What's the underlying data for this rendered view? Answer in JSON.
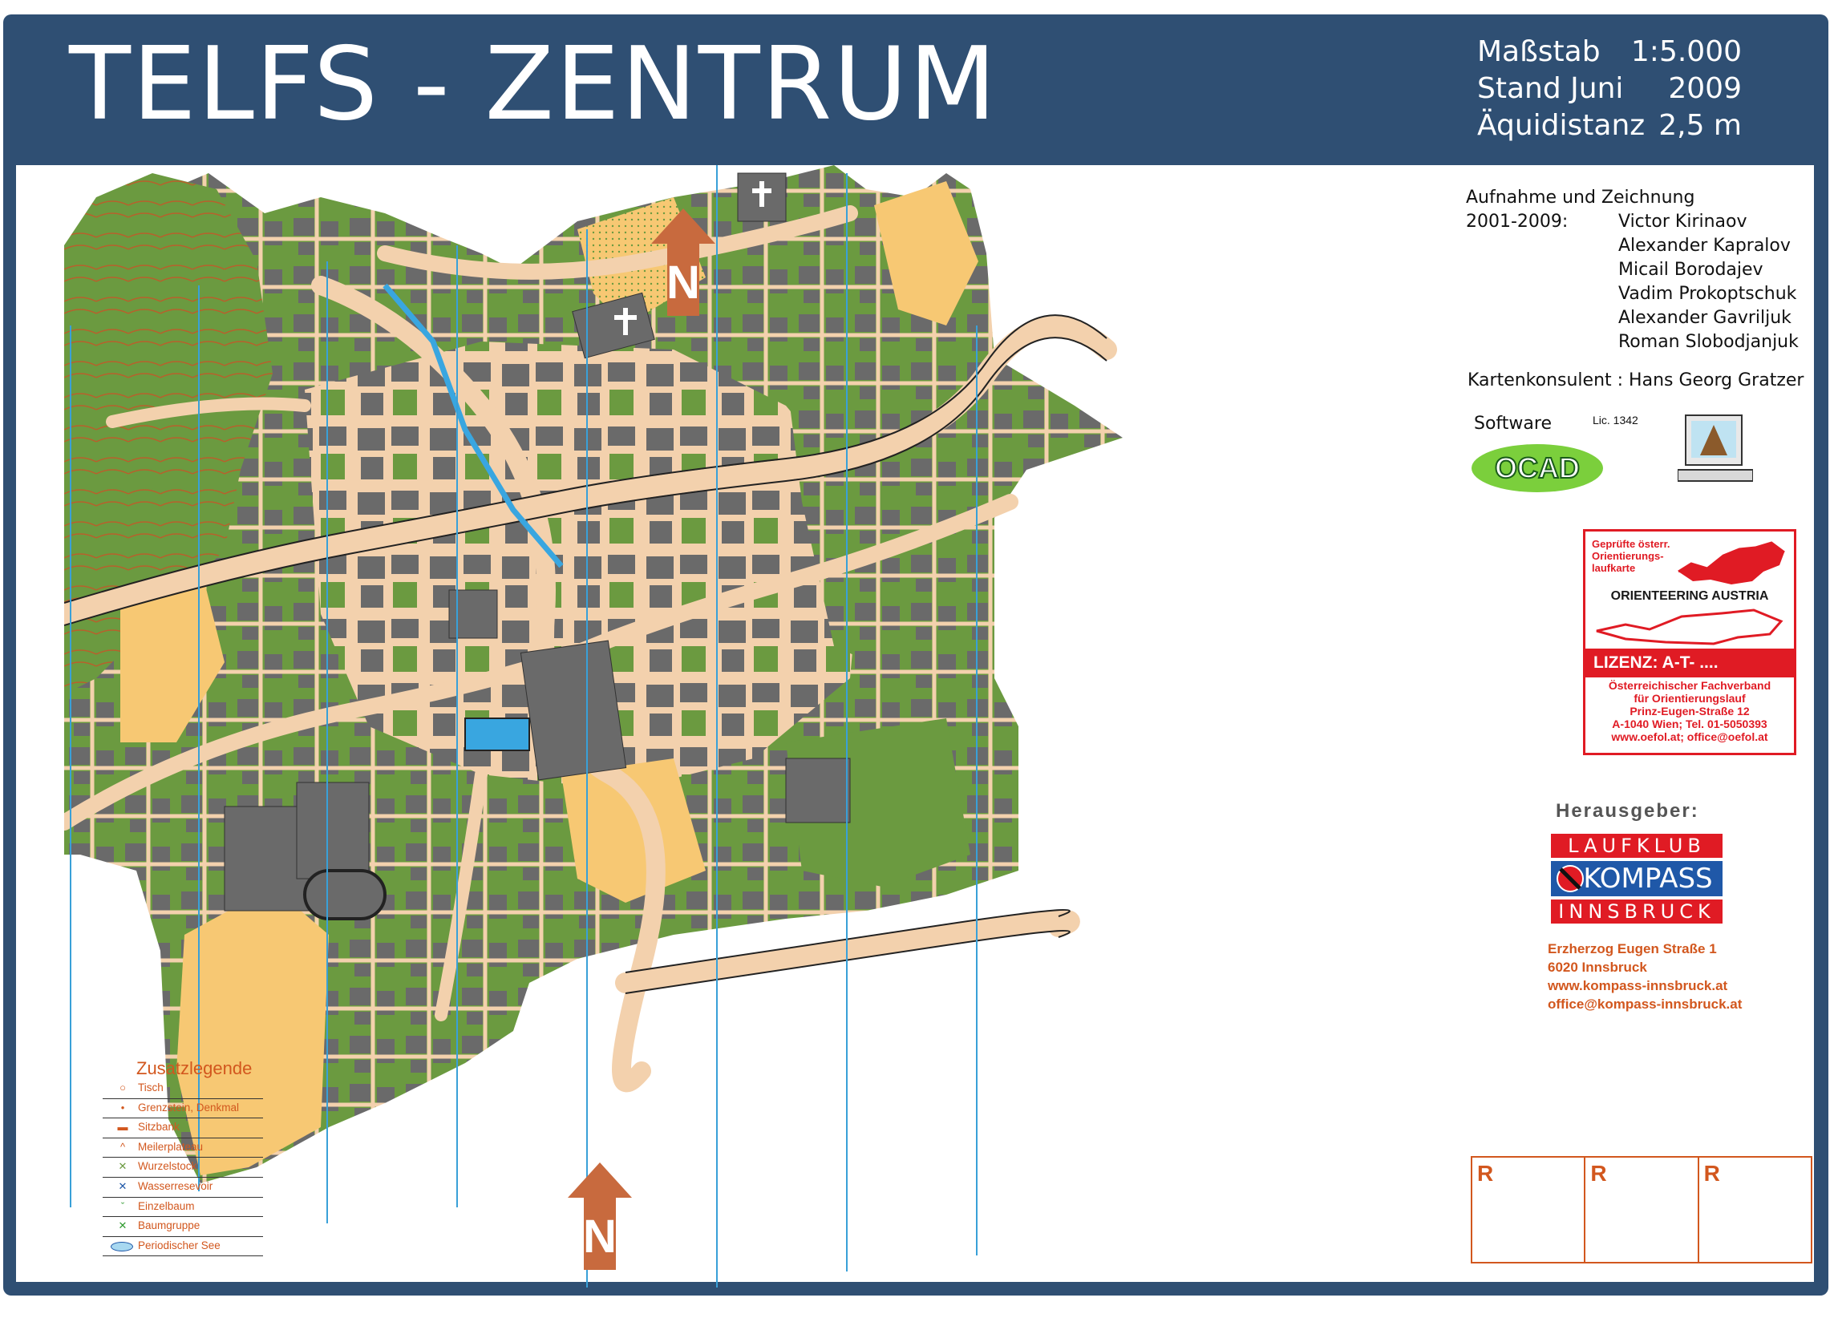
{
  "title": "TELFS - ZENTRUM",
  "scale_info": {
    "scale_label": "Maßstab",
    "scale_value": "1:5.000",
    "stand_label": "Stand Juni",
    "stand_value": "2009",
    "equi_label": "Äquidistanz",
    "equi_value": "2,5 m"
  },
  "credits": {
    "heading": "Aufnahme und Zeichnung",
    "years": "2001-2009:",
    "names": [
      "Victor Kirinaov",
      "Alexander Kapralov",
      "Micail Borodajev",
      "Vadim Prokoptschuk",
      "Alexander Gavriljuk",
      "Roman Slobodjanjuk"
    ],
    "consultant": "Kartenkonsulent : Hans Georg Gratzer"
  },
  "software": {
    "label": "Software",
    "license": "Lic. 1342",
    "logo_text": "OCAD"
  },
  "oa": {
    "small": "Geprüfte österr. Orientierungs- laufkarte",
    "name": "ORIENTEERING AUSTRIA",
    "license": "LIZENZ: A-T- ....",
    "addr": [
      "Österreichischer Fachverband",
      "für Orientierungslauf",
      "Prinz-Eugen-Straße 12",
      "A-1040 Wien; Tel. 01-5050393",
      "www.oefol.at; office@oefol.at"
    ]
  },
  "publisher": {
    "label": "Herausgeber:",
    "logo_top": "LAUFKLUB",
    "logo_mid": "KOMPASS",
    "logo_bottom": "INNSBRUCK",
    "addr": [
      "Erzherzog Eugen Straße 1",
      "6020 Innsbruck",
      "www.kompass-innsbruck.at",
      "office@kompass-innsbruck.at"
    ]
  },
  "legend": {
    "title": "Zusatzlegende",
    "items": [
      {
        "label": "Tisch",
        "icon": "table-icon"
      },
      {
        "label": "Grenzstein, Denkmal",
        "icon": "monument-icon"
      },
      {
        "label": "Sitzbank",
        "icon": "bench-icon"
      },
      {
        "label": "Meilerplateau",
        "icon": "charcoal-platform-icon"
      },
      {
        "label": "Wurzelstock",
        "icon": "root-stock-icon"
      },
      {
        "label": "Wasserresevoir",
        "icon": "water-reservoir-icon"
      },
      {
        "label": "Einzelbaum",
        "icon": "single-tree-icon"
      },
      {
        "label": "Baumgruppe",
        "icon": "tree-group-icon"
      },
      {
        "label": "Periodischer See",
        "icon": "seasonal-lake-icon"
      }
    ]
  },
  "r_boxes": [
    "R",
    "R",
    "R"
  ],
  "colors": {
    "frame": "#2f4f73",
    "green": "#6b9a40",
    "paved": "#f3d1ad",
    "open": "#f7c873",
    "building": "#666666",
    "contour": "#b8602b",
    "magnetic": "#39a0d8",
    "accent_red": "#e01b24",
    "orange_text": "#d2571e"
  },
  "north_arrow": "N"
}
